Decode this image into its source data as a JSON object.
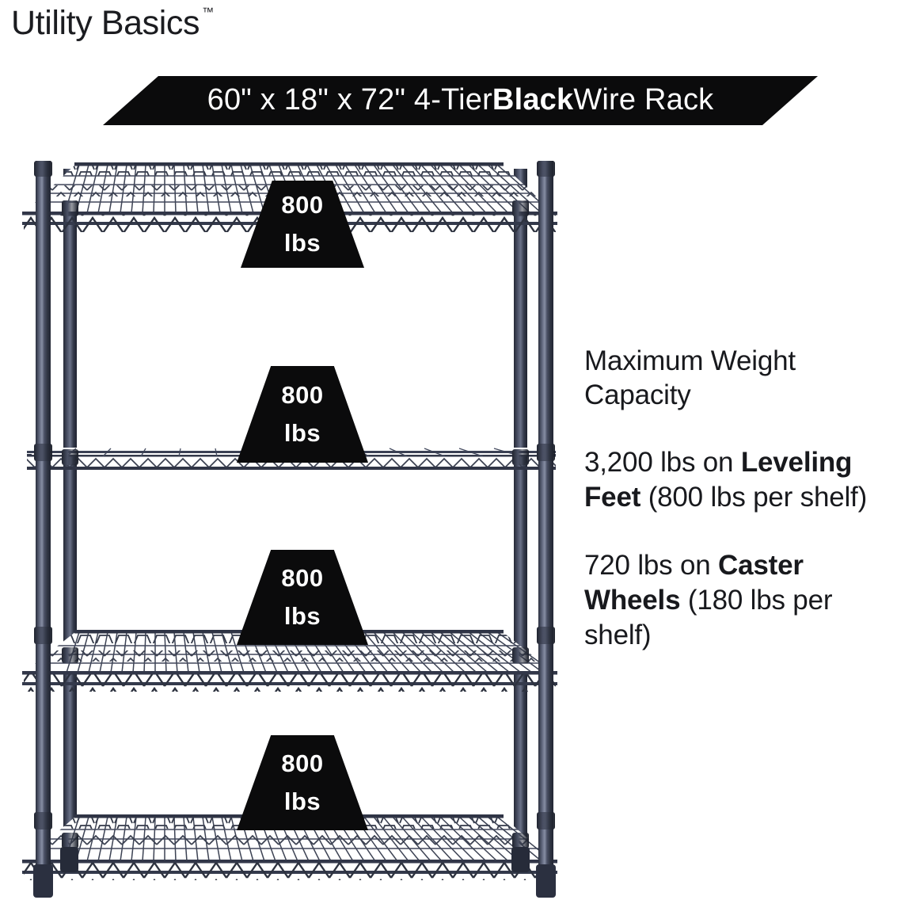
{
  "brand": {
    "name": "Utility Basics",
    "trademark": "™"
  },
  "banner": {
    "text_full": "60\" x 18\" x 72\" 4-Tier Black Wire Rack",
    "lead": "60\" x 18\" x 72\" 4-Tier ",
    "emphasis": "Black",
    "trail": " Wire Rack",
    "background_color": "#0b0b0c",
    "text_color": "#ffffff"
  },
  "product": {
    "type": "4-tier wire shelving rack",
    "finish_color": "#3b4153",
    "shelf_count": 4,
    "badges": [
      {
        "number": "800",
        "unit": "lbs"
      },
      {
        "number": "800",
        "unit": "lbs"
      },
      {
        "number": "800",
        "unit": "lbs"
      },
      {
        "number": "800",
        "unit": "lbs"
      }
    ]
  },
  "info": {
    "heading": "Maximum Weight Capacity",
    "paragraph1": {
      "lead": "3,200 lbs on ",
      "emphasis": "Leveling Feet",
      "trail": " (800 lbs per shelf)"
    },
    "paragraph2": {
      "lead": "720 lbs on ",
      "emphasis": "Caster Wheels",
      "trail": " (180 lbs per shelf)"
    }
  }
}
